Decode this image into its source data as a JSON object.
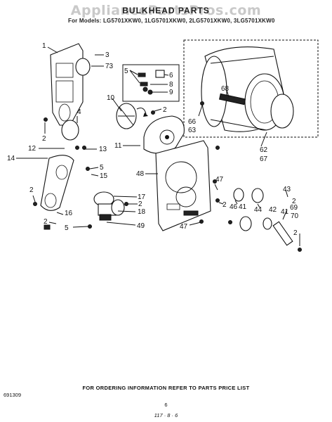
{
  "header": {
    "watermark": "AppliancePartsPros.com",
    "title": "BULKHEAD PARTS",
    "models": "For Models: LG5701XKW0, 1LG5701XKW0, 2LG5701XKW0, 3LG5701XKW0"
  },
  "callouts": [
    {
      "id": "c1",
      "label": "1"
    },
    {
      "id": "c3",
      "label": "3"
    },
    {
      "id": "c73",
      "label": "73"
    },
    {
      "id": "c5a",
      "label": "5"
    },
    {
      "id": "c6",
      "label": "6"
    },
    {
      "id": "c8",
      "label": "8"
    },
    {
      "id": "c9",
      "label": "9"
    },
    {
      "id": "c10",
      "label": "10"
    },
    {
      "id": "c2a",
      "label": "2"
    },
    {
      "id": "c4",
      "label": "4"
    },
    {
      "id": "c2b",
      "label": "2"
    },
    {
      "id": "c68",
      "label": "68"
    },
    {
      "id": "c66",
      "label": "66"
    },
    {
      "id": "c63",
      "label": "63"
    },
    {
      "id": "c62",
      "label": "62"
    },
    {
      "id": "c67",
      "label": "67"
    },
    {
      "id": "c11",
      "label": "11"
    },
    {
      "id": "c12",
      "label": "12"
    },
    {
      "id": "c13",
      "label": "13"
    },
    {
      "id": "c14",
      "label": "14"
    },
    {
      "id": "c5b",
      "label": "5"
    },
    {
      "id": "c15",
      "label": "15"
    },
    {
      "id": "c48",
      "label": "48"
    },
    {
      "id": "c47a",
      "label": "47"
    },
    {
      "id": "c2c",
      "label": "2"
    },
    {
      "id": "c17",
      "label": "17"
    },
    {
      "id": "c2d",
      "label": "2"
    },
    {
      "id": "c18",
      "label": "18"
    },
    {
      "id": "c16",
      "label": "16"
    },
    {
      "id": "c2e",
      "label": "2"
    },
    {
      "id": "c5c",
      "label": "5"
    },
    {
      "id": "c49",
      "label": "49"
    },
    {
      "id": "c47b",
      "label": "47"
    },
    {
      "id": "c2f",
      "label": "2"
    },
    {
      "id": "c46",
      "label": "46"
    },
    {
      "id": "c41a",
      "label": "41"
    },
    {
      "id": "c44",
      "label": "44"
    },
    {
      "id": "c42",
      "label": "42"
    },
    {
      "id": "c43",
      "label": "43"
    },
    {
      "id": "c41b",
      "label": "41"
    },
    {
      "id": "c69",
      "label": "69"
    },
    {
      "id": "c70",
      "label": "70"
    },
    {
      "id": "c2g",
      "label": "2"
    },
    {
      "id": "c2h",
      "label": "2"
    }
  ],
  "footer": {
    "ordering": "FOR ORDERING INFORMATION REFER TO PARTS PRICE LIST",
    "code": "691309",
    "page": "6",
    "revision": "117 · 8 · 6"
  }
}
